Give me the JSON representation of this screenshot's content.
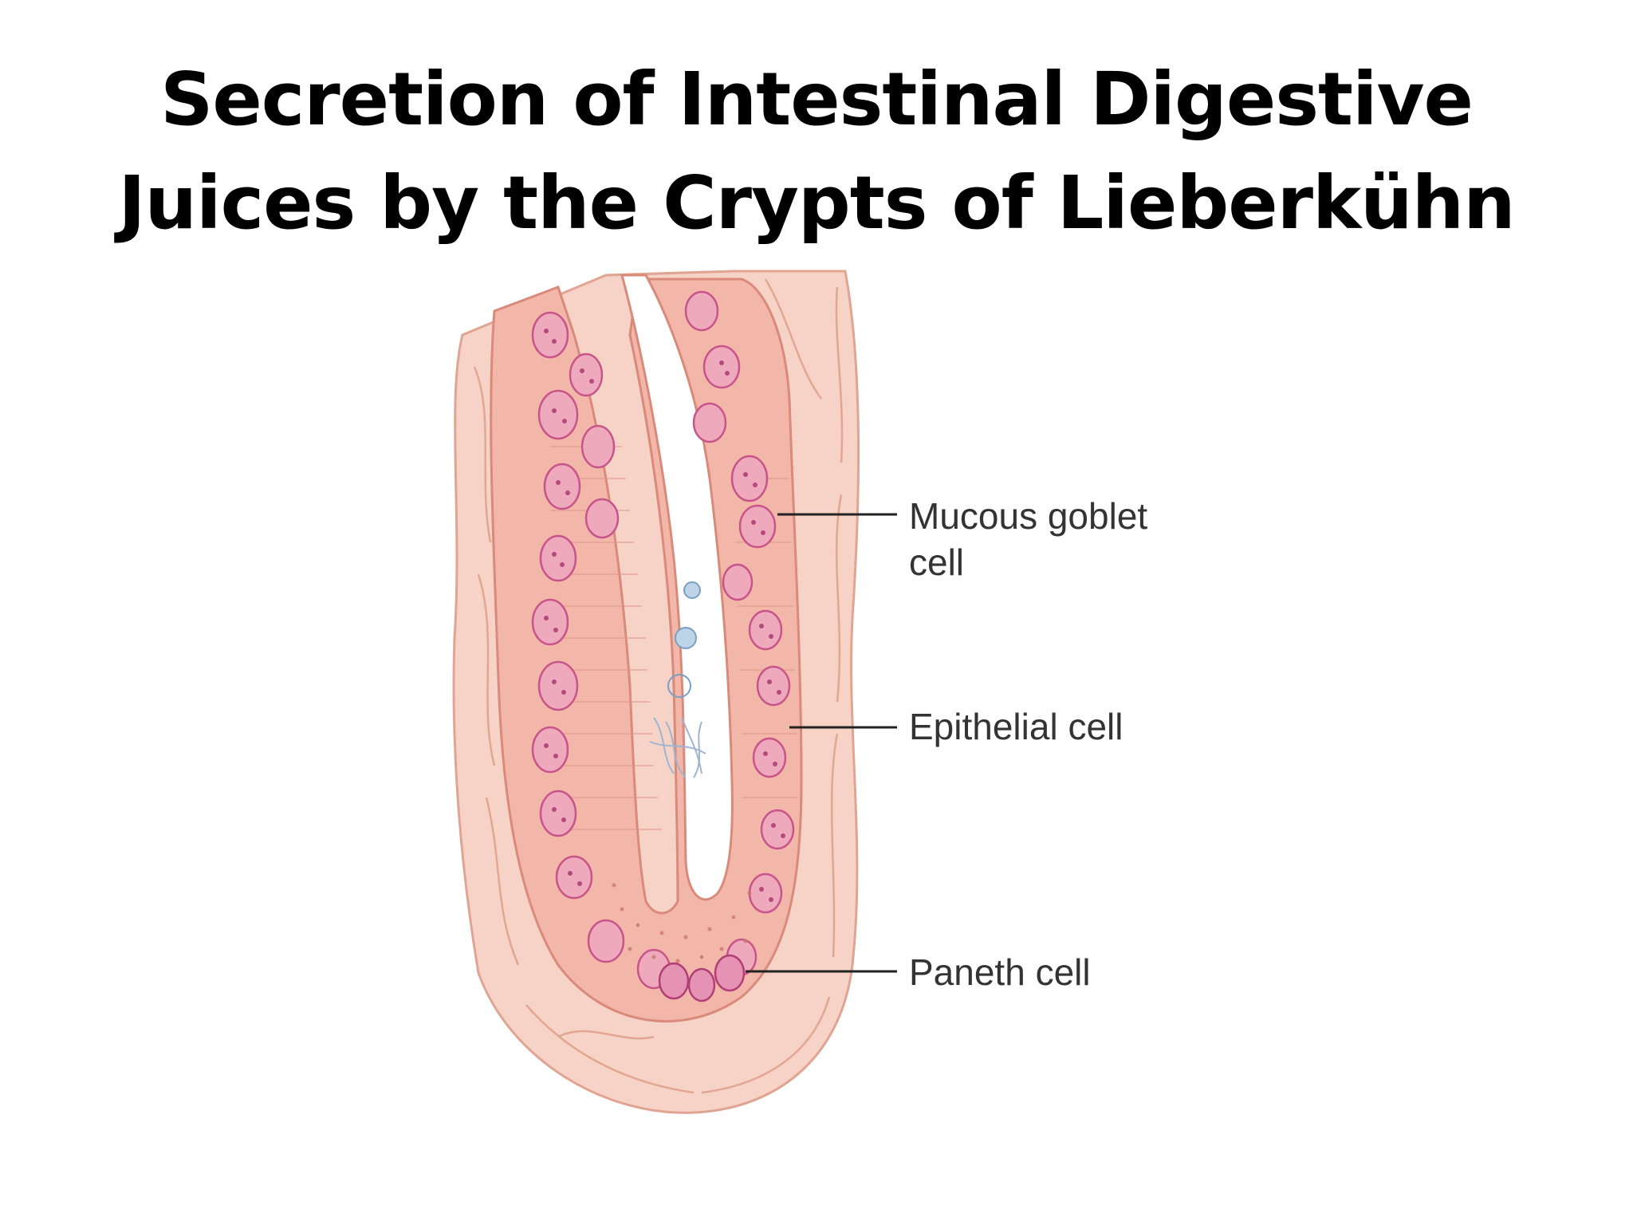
{
  "title": {
    "line1": "Secretion of Intestinal Digestive",
    "line2": "Juices by the Crypts of Lieberkühn"
  },
  "labels": {
    "goblet_line1": "Mucous goblet",
    "goblet_line2": "cell",
    "epithelial": "Epithelial cell",
    "paneth": "Paneth cell"
  },
  "colors": {
    "tissue": "#f6d3c6",
    "epithelium": "#f3b7aa",
    "cell_outline": "#c7558a",
    "lumen": "#ffffff",
    "label_text": "#333333",
    "leader_line": "#222222"
  }
}
